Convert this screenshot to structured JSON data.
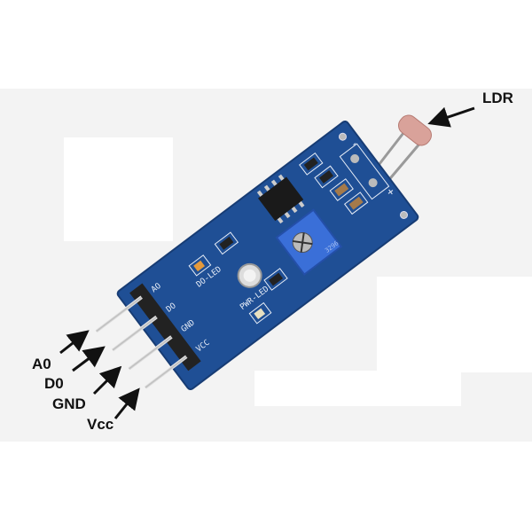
{
  "labels": {
    "ldr": "LDR",
    "a0": "A0",
    "d0": "D0",
    "gnd": "GND",
    "vcc": "Vcc"
  },
  "silkscreen": {
    "do_led": "DO-LED",
    "pwr_led": "PWR-LED",
    "pins": [
      "AO",
      "DO",
      "GND",
      "VCC"
    ],
    "minus": "-",
    "plus": "+",
    "pot_code": "3296"
  },
  "colors": {
    "board": "#1f4f95",
    "pot": "#3a6fd8",
    "ldr": "#d9a29a",
    "background_band": "#f3f3f3"
  }
}
